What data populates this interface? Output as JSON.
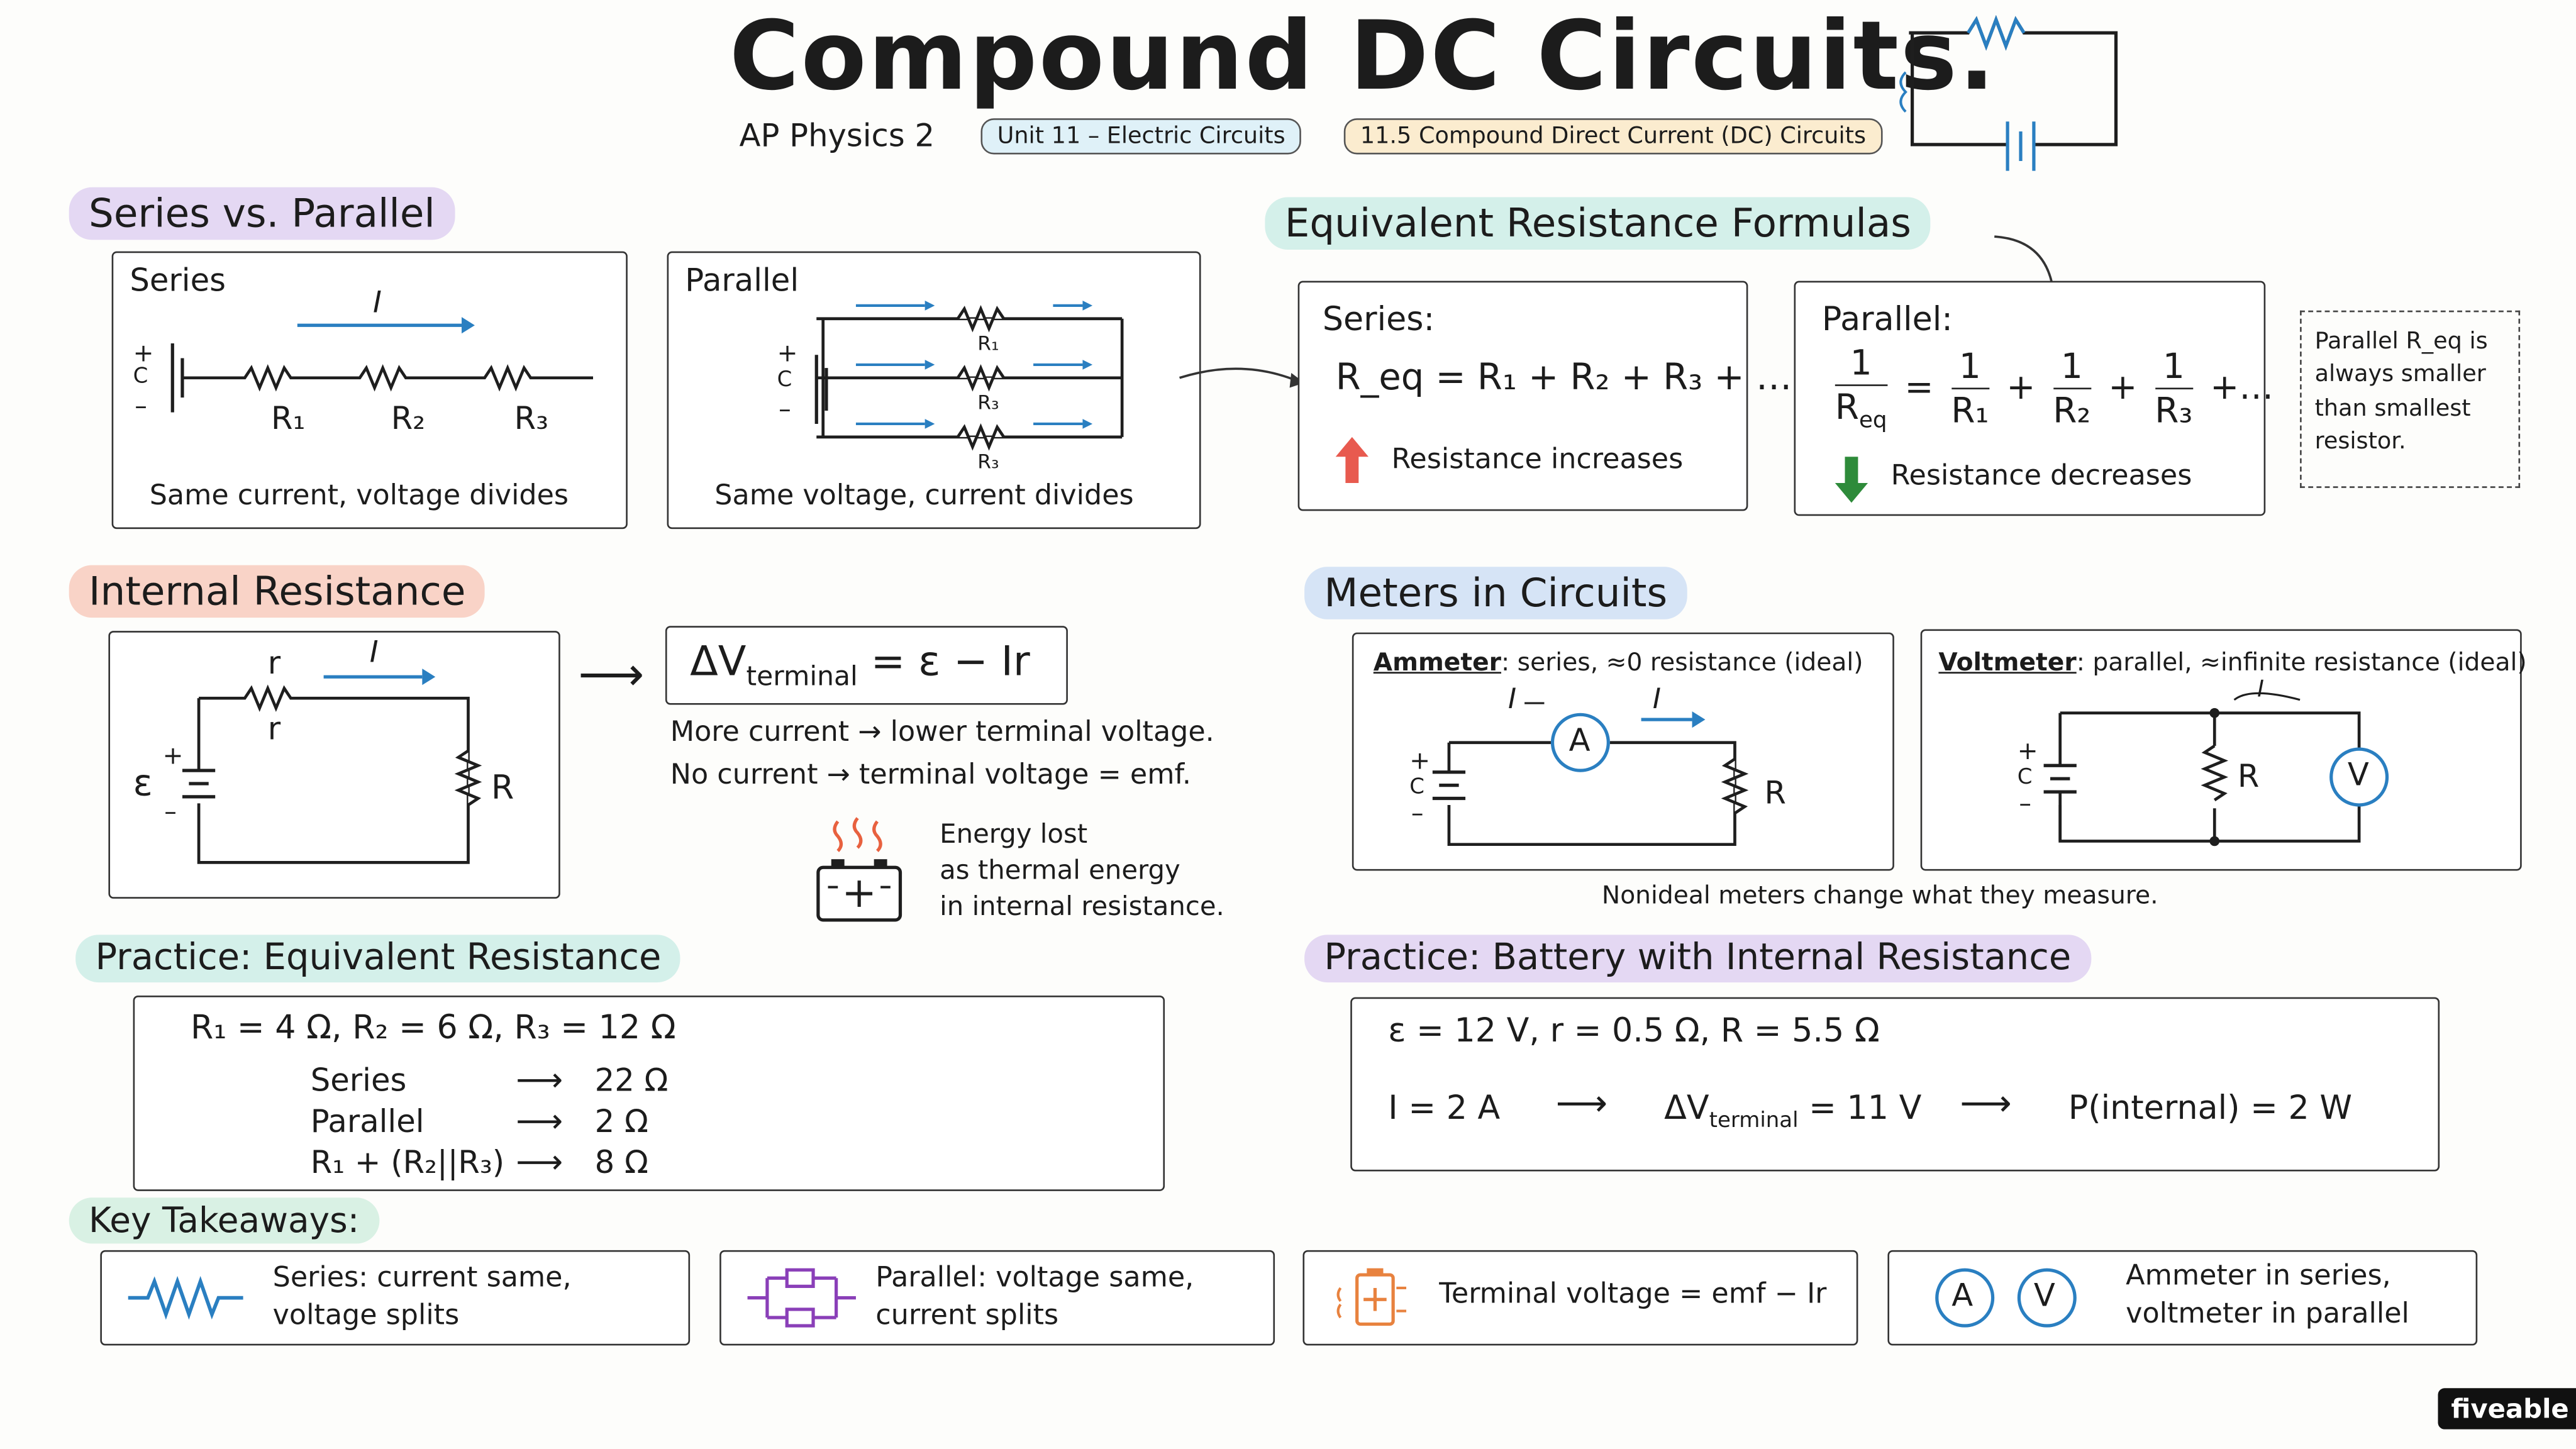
{
  "header": {
    "title": "Compound DC Circuits.",
    "course": "AP Physics 2",
    "unit_pill": "Unit 11 – Electric Circuits",
    "topic_pill": "11.5 Compound Direct Current (DC) Circuits"
  },
  "series_parallel": {
    "heading": "Series vs. Parallel",
    "series_label": "Series",
    "series_current": "I",
    "series_r1": "R₁",
    "series_r2": "R₂",
    "series_r3": "R₃",
    "series_caption": "Same current, voltage divides",
    "parallel_label": "Parallel",
    "parallel_r1": "R₁",
    "parallel_r2": "R₃",
    "parallel_r3": "R₃",
    "parallel_caption": "Same voltage, current divides",
    "battery_plus": "+",
    "battery_c": "C",
    "battery_minus": "–"
  },
  "formulas": {
    "heading": "Equivalent Resistance Formulas",
    "series_label": "Series:",
    "series_formula": "R_eq = R₁ + R₂ + R₃ + …",
    "series_note": "Resistance increases",
    "parallel_label": "Parallel:",
    "parallel_note": "Resistance decreases",
    "side_note": "Parallel R_eq is always smaller than smallest resistor.",
    "frac_one": "1",
    "frac_req": "R",
    "frac_req_sub": "eq",
    "frac_r1": "R₁",
    "frac_r2": "R₂",
    "frac_r3": "R₃",
    "frac_tail": "+…"
  },
  "internal": {
    "heading": "Internal Resistance",
    "r_top": "r",
    "r_bottom": "r",
    "current": "I",
    "emf": "ε",
    "load": "R",
    "equation_lhs": "ΔV",
    "equation_sub": "terminal",
    "equation_rhs": "= ε − Ir",
    "line1": "More current → lower terminal voltage.",
    "line2": "No current → terminal voltage = emf.",
    "energy1": "Energy lost",
    "energy2": "as thermal energy",
    "energy3": "in internal resistance."
  },
  "meters": {
    "heading": "Meters in Circuits",
    "ammeter_title": "Ammeter",
    "ammeter_desc": ": series, ≈0 resistance (ideal)",
    "ammeter_symbol": "A",
    "ammeter_current_left": "I",
    "ammeter_current_right": "I",
    "ammeter_load": "R",
    "voltmeter_title": "Voltmeter",
    "voltmeter_desc": ": parallel, ≈infinite resistance (ideal)",
    "voltmeter_symbol": "V",
    "voltmeter_current": "I",
    "voltmeter_load": "R",
    "caption": "Nonideal meters change what they measure."
  },
  "practice_eq": {
    "heading": "Practice: Equivalent Resistance",
    "given": "R₁ = 4 Ω,   R₂ = 6 Ω,   R₃ = 12 Ω",
    "rows": [
      {
        "label": "Series",
        "arrow": "⟶",
        "value": "22 Ω"
      },
      {
        "label": "Parallel",
        "arrow": "⟶",
        "value": "2 Ω"
      },
      {
        "label": "R₁ + (R₂||R₃)",
        "arrow": "⟶",
        "value": "8 Ω"
      }
    ]
  },
  "practice_battery": {
    "heading": "Practice: Battery with Internal Resistance",
    "given": "ε = 12 V,    r = 0.5 Ω,    R = 5.5 Ω",
    "current": "I = 2 A",
    "arrow": "⟶",
    "terminal_lhs": "ΔV",
    "terminal_sub": "terminal",
    "terminal_rhs": "= 11 V",
    "power": "P(internal) = 2 W"
  },
  "takeaways": {
    "heading": "Key Takeaways:",
    "items": [
      {
        "line1": "Series: current same,",
        "line2": "voltage splits"
      },
      {
        "line1": "Parallel: voltage same,",
        "line2": "current splits"
      },
      {
        "line1": "Terminal voltage = emf − Ir",
        "line2": ""
      },
      {
        "line1": "Ammeter in series,",
        "line2": "voltmeter in parallel"
      }
    ],
    "meter_a": "A",
    "meter_v": "V"
  },
  "brand": "fiveable",
  "colors": {
    "purple_hl": "#e4d8f3",
    "teal_hl": "#d4f0ea",
    "salmon_hl": "#f9d3c7",
    "blue_hl": "#d6e4f6",
    "green_hl": "#d9f1e4",
    "current_arrow": "#2a7fc1",
    "up_arrow": "#e85a4f",
    "down_arrow": "#2e8b3a"
  }
}
